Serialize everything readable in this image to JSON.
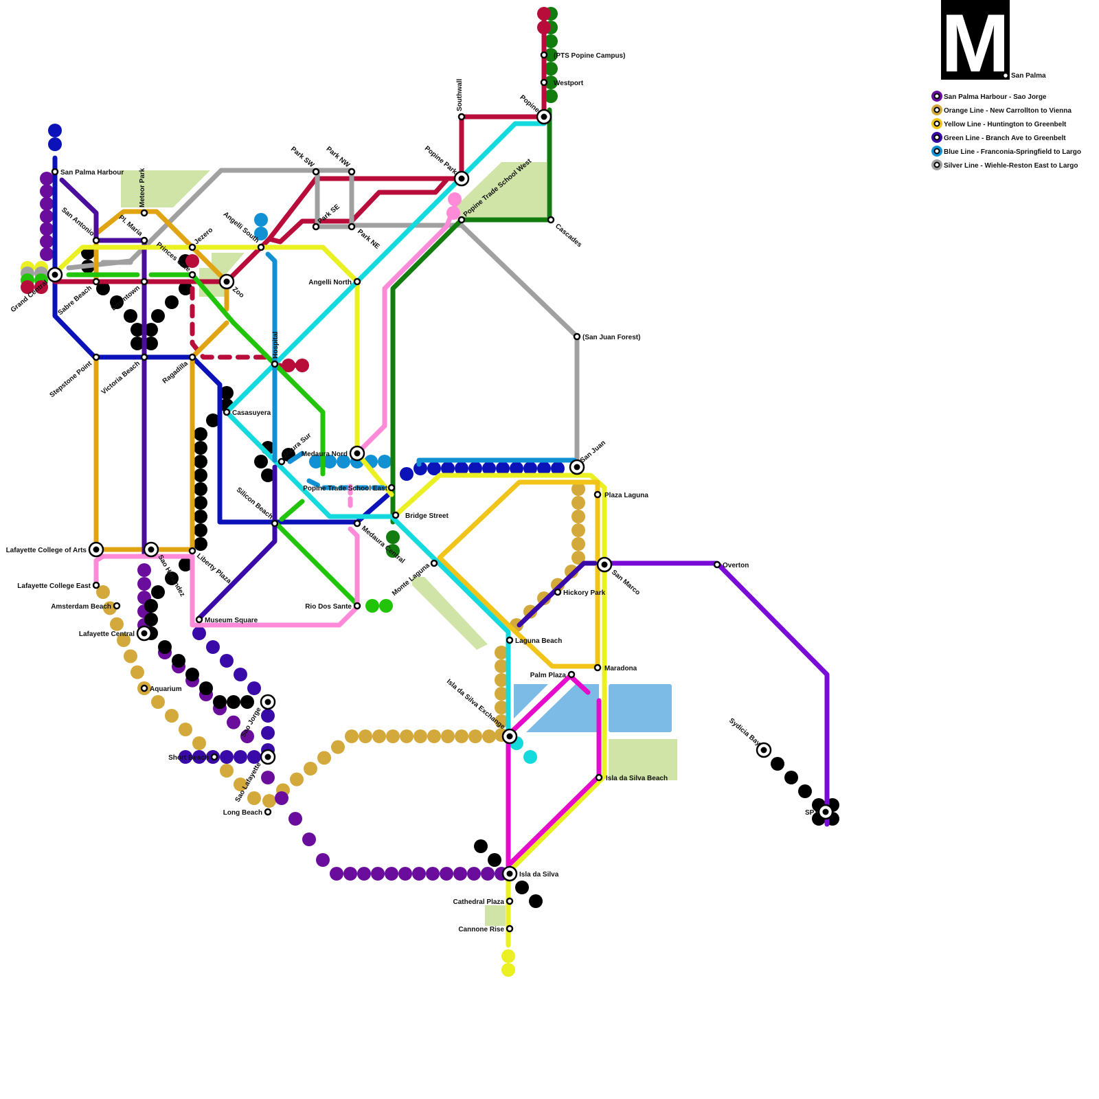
{
  "logo": {
    "letter": "M",
    "name": "San Palma"
  },
  "legend": [
    {
      "label": "San Palma Harbour - Sao Jorge",
      "color": "#6a0d9c"
    },
    {
      "label": "Orange Line - New Carrollton to Vienna",
      "color": "#d4a93c"
    },
    {
      "label": "Yellow Line - Huntington to Greenbelt",
      "color": "#f0c419"
    },
    {
      "label": "Green Line - Branch Ave to Greenbelt",
      "color": "#3a0aa8"
    },
    {
      "label": "Blue Line - Franconia-Springfield to Largo",
      "color": "#1190d4"
    },
    {
      "label": "Silver Line - Wiehle-Reston East to Largo",
      "color": "#a0a0a0"
    }
  ],
  "colors": {
    "navy": "#0b12b8",
    "orange": "#e0a412",
    "purple": "#4b0e9c",
    "violet": "#7a0bd6",
    "indigo": "#3a0aa8",
    "yellow": "#eaf022",
    "gold": "#f0c419",
    "green": "#22c40a",
    "darkgreen": "#127d0e",
    "crimson": "#b80d3a",
    "cyan": "#14dadd",
    "blue": "#1190d4",
    "silver": "#a0a0a0",
    "pink": "#ff8ad8",
    "magenta": "#e60acb",
    "khaki": "#d4a93c",
    "plum": "#6a0d9c",
    "black": "#000000",
    "park": "#d0e4a8",
    "water": "#7bbbe6"
  },
  "stations": [
    {
      "name": "San Palma Harbour"
    },
    {
      "name": "Grand Central"
    },
    {
      "name": "San Antonio"
    },
    {
      "name": "Sabre Beach"
    },
    {
      "name": "Meteor Park"
    },
    {
      "name": "Pl. Maria"
    },
    {
      "name": "Downtown"
    },
    {
      "name": "Jezero"
    },
    {
      "name": "Princes Gate"
    },
    {
      "name": "Zoo"
    },
    {
      "name": "Stepstone Point"
    },
    {
      "name": "Victoria Beach"
    },
    {
      "name": "Ragadilla"
    },
    {
      "name": "Angelli South"
    },
    {
      "name": "Park SW"
    },
    {
      "name": "Park NW"
    },
    {
      "name": "Park SE"
    },
    {
      "name": "Park NE"
    },
    {
      "name": "Southwall"
    },
    {
      "name": "Popine Park"
    },
    {
      "name": "Popine"
    },
    {
      "name": "(PTS Popine Campus)"
    },
    {
      "name": "Westport"
    },
    {
      "name": "Popine Trade School West"
    },
    {
      "name": "Cascades"
    },
    {
      "name": "Angelli North"
    },
    {
      "name": "Hospital"
    },
    {
      "name": "(San Juan Forest)"
    },
    {
      "name": "Casasuyera"
    },
    {
      "name": "Maura Sur"
    },
    {
      "name": "Medaura Nord"
    },
    {
      "name": "San Juan"
    },
    {
      "name": "Popine Trade School East"
    },
    {
      "name": "Plaza Laguna"
    },
    {
      "name": "Bridge Street"
    },
    {
      "name": "Silicon Beach"
    },
    {
      "name": "Medaura Central"
    },
    {
      "name": "Lafayette College of Arts"
    },
    {
      "name": "Sao Henandez"
    },
    {
      "name": "Liberty Plaza"
    },
    {
      "name": "Monte Laguna"
    },
    {
      "name": "San Marco"
    },
    {
      "name": "Overton"
    },
    {
      "name": "Lafayette College East"
    },
    {
      "name": "Hickory Park"
    },
    {
      "name": "Amsterdam Beach"
    },
    {
      "name": "Rio Dos Sante"
    },
    {
      "name": "Museum Square"
    },
    {
      "name": "Lafayette Central"
    },
    {
      "name": "Laguna Beach"
    },
    {
      "name": "Maradona"
    },
    {
      "name": "Palm Plaza"
    },
    {
      "name": "Isla da Silva Exchange"
    },
    {
      "name": "Aquarium"
    },
    {
      "name": "Sao Jorge"
    },
    {
      "name": "Sydicia Bay"
    },
    {
      "name": "Short Beach"
    },
    {
      "name": "Sao Lafayette"
    },
    {
      "name": "Isla da Silva Beach"
    },
    {
      "name": "Long Beach"
    },
    {
      "name": "SPX"
    },
    {
      "name": "Isla da Silva"
    },
    {
      "name": "Cathedral Plaza"
    },
    {
      "name": "Cannone Rise"
    }
  ]
}
